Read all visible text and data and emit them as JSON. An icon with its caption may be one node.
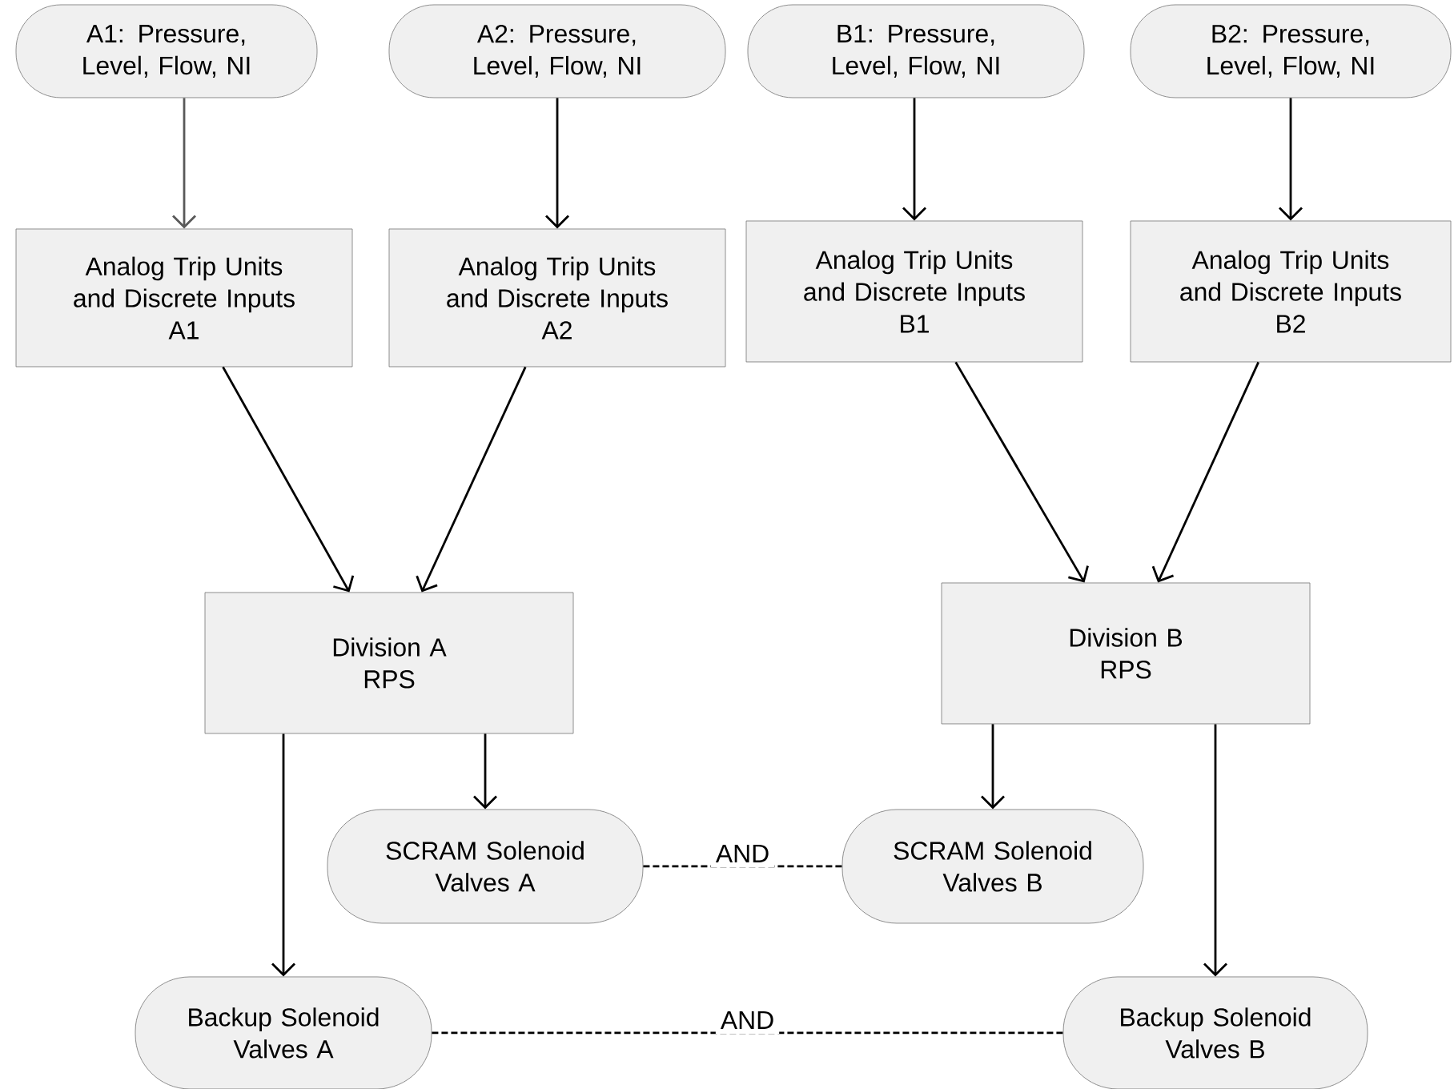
{
  "diagram": {
    "nodes": [
      {
        "text": [
          "A1: Pressure, Level, Flow, NI"
        ]
      },
      {
        "text": [
          "A2: Pressure, Level, Flow, NI"
        ]
      },
      {
        "text": [
          "B1: Pressure, Level, Flow, NI"
        ]
      },
      {
        "text": [
          "B2: Pressure, Level, Flow, NI"
        ]
      },
      {
        "text": [
          "Analog Trip Units and Discrete Inputs",
          "A1"
        ]
      },
      {
        "text": [
          "Analog Trip Units and Discrete Inputs",
          "A2"
        ]
      },
      {
        "text": [
          "Analog Trip Units and Discrete Inputs",
          "B1"
        ]
      },
      {
        "text": [
          "Analog Trip Units and Discrete Inputs",
          "B2"
        ]
      },
      {
        "text": [
          "Division A",
          "RPS"
        ]
      },
      {
        "text": [
          "Division B",
          "RPS"
        ]
      },
      {
        "text": [
          "SCRAM Solenoid Valves A"
        ]
      },
      {
        "text": [
          "SCRAM Solenoid Valves B"
        ]
      },
      {
        "text": [
          "Backup Solenoid Valves A"
        ]
      },
      {
        "text": [
          "Backup Solenoid Valves B"
        ]
      }
    ],
    "edges": [
      {
        "from": 0,
        "to": 4,
        "arrow": "to",
        "color": "#595959"
      },
      {
        "from": 1,
        "to": 5,
        "arrow": "to"
      },
      {
        "from": 2,
        "to": 6,
        "arrow": "to"
      },
      {
        "from": 3,
        "to": 7,
        "arrow": "to"
      },
      {
        "from": 4,
        "to": 8,
        "arrow": "to"
      },
      {
        "from": 5,
        "to": 8,
        "arrow": "to"
      },
      {
        "from": 6,
        "to": 9,
        "arrow": "to"
      },
      {
        "from": 7,
        "to": 9,
        "arrow": "to"
      },
      {
        "from": 8,
        "to": 10,
        "arrow": "to"
      },
      {
        "from": 8,
        "to": 12,
        "arrow": "to"
      },
      {
        "from": 9,
        "to": 11,
        "arrow": "to"
      },
      {
        "from": 9,
        "to": 13,
        "arrow": "to"
      },
      {
        "from": 10,
        "to": 11,
        "arrow": "none",
        "style": "dashed",
        "label": "AND"
      },
      {
        "from": 12,
        "to": 13,
        "arrow": "none",
        "style": "dashed",
        "label": "AND"
      }
    ]
  }
}
